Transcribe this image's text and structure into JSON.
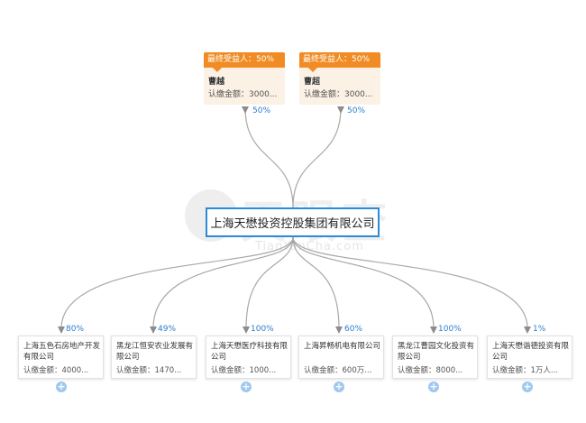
{
  "watermark": {
    "text": "天眼查",
    "sub": "TianYanCha.com"
  },
  "owners": [
    {
      "tag": "最终受益人：50%",
      "name": "曹越",
      "amount": "认缴金额：3000...",
      "percent": "50%"
    },
    {
      "tag": "最终受益人：50%",
      "name": "曹超",
      "amount": "认缴金额：3000...",
      "percent": "50%"
    }
  ],
  "center": {
    "name": "上海天懋投资控股集团有限公司"
  },
  "subsidiaries": [
    {
      "percent": "80%",
      "name": "上海五色石房地产开发有限公司",
      "amount": "认缴金额：4000..."
    },
    {
      "percent": "49%",
      "name": "黑龙江恒安农业发展有限公司",
      "amount": "认缴金额：1470..."
    },
    {
      "percent": "100%",
      "name": "上海天懋医疗科技有限公司",
      "amount": "认缴金额：1000..."
    },
    {
      "percent": "60%",
      "name": "上海昇畅机电有限公司",
      "amount": "认缴金额：600万..."
    },
    {
      "percent": "100%",
      "name": "黑龙江曹园文化投资有限公司",
      "amount": "认缴金额：8000..."
    },
    {
      "percent": "1%",
      "name": "上海天懋谐德投资有限公司",
      "amount": "认缴金额：1万人..."
    }
  ],
  "colors": {
    "accent": "#2c8ad8",
    "owner_tag": "#f08c23",
    "owner_bg": "#fcf1e5",
    "line": "#999999",
    "percent": "#2a7dd1",
    "expand": "#9fc8ee"
  },
  "icons": {
    "expand": "plus-circle-icon",
    "arrow": "arrow-down-icon"
  }
}
